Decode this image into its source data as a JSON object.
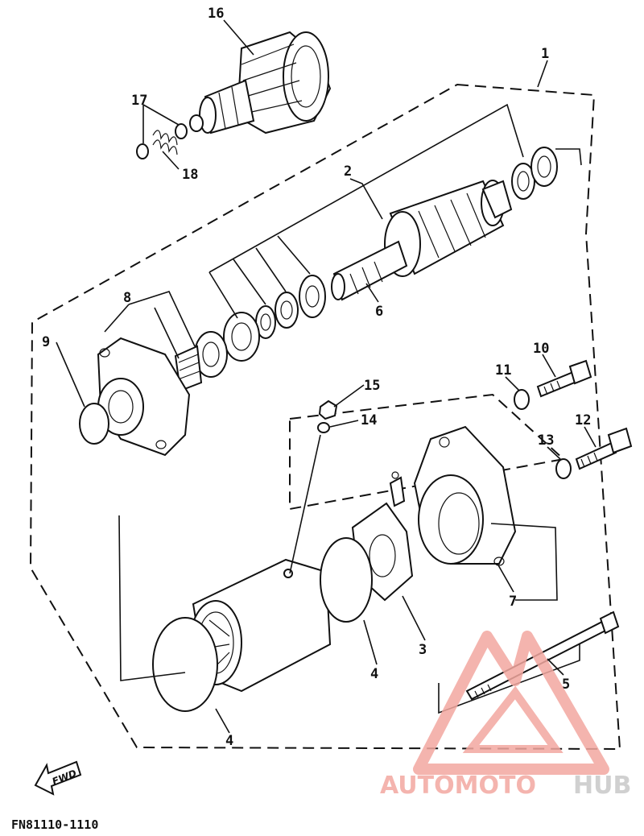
{
  "diagram": {
    "part_numbers": [
      "1",
      "2",
      "3",
      "4",
      "4",
      "5",
      "6",
      "7",
      "8",
      "9",
      "10",
      "11",
      "12",
      "13",
      "14",
      "15",
      "16",
      "17",
      "18"
    ],
    "figure_code": "FN81110-1110",
    "direction_label": "FWD"
  },
  "watermark": {
    "text_part1": "AUTOMOTO",
    "text_part2": "HUB",
    "color_primary": "#f3a8a0",
    "color_secondary": "#c8c8c8"
  }
}
